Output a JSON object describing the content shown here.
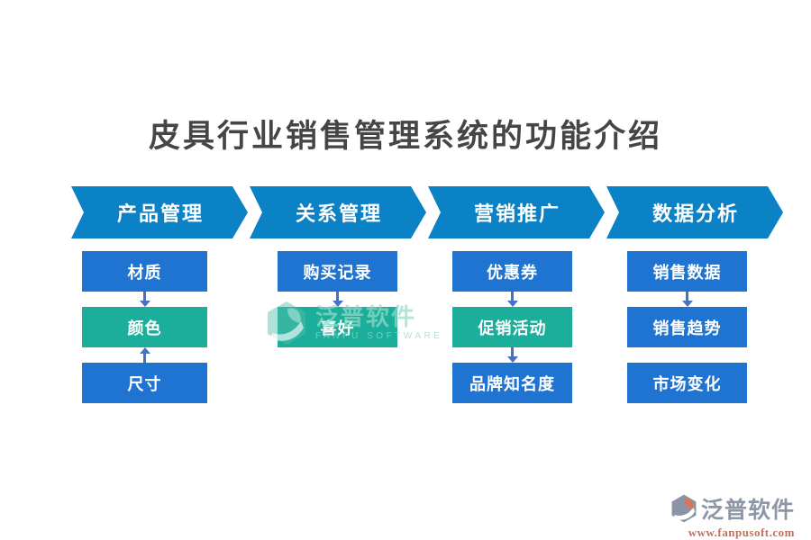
{
  "title": "皮具行业销售管理系统的功能介绍",
  "colors": {
    "chevron_blue": "#0B81C6",
    "box_blue": "#2074D1",
    "box_teal": "#1BAE9A",
    "arrow": "#4472C4",
    "title_text": "#454545",
    "watermark_teal": "#92DBC9",
    "footer_gray": "#8E96A6",
    "footer_url_red": "#C2705E"
  },
  "columns": [
    {
      "header": "产品管理",
      "items": [
        {
          "label": "材质",
          "variant": "blue"
        },
        {
          "label": "颜色",
          "variant": "teal"
        },
        {
          "label": "尺寸",
          "variant": "blue"
        }
      ],
      "connectors": [
        "down",
        "up"
      ]
    },
    {
      "header": "关系管理",
      "items": [
        {
          "label": "购买记录",
          "variant": "blue"
        },
        {
          "label": "喜好",
          "variant": "teal"
        }
      ],
      "connectors": [
        "down"
      ]
    },
    {
      "header": "营销推广",
      "items": [
        {
          "label": "优惠券",
          "variant": "blue"
        },
        {
          "label": "促销活动",
          "variant": "teal"
        },
        {
          "label": "品牌知名度",
          "variant": "blue"
        }
      ],
      "connectors": [
        "down",
        "down"
      ]
    },
    {
      "header": "数据分析",
      "items": [
        {
          "label": "销售数据",
          "variant": "blue"
        },
        {
          "label": "销售趋势",
          "variant": "blue"
        },
        {
          "label": "市场变化",
          "variant": "blue"
        }
      ],
      "connectors": [
        "down",
        "none"
      ]
    }
  ],
  "watermark_center": {
    "brand": "泛普软件",
    "subtitle": "FANPU SOFTWARE"
  },
  "footer_logo": {
    "brand": "泛普软件",
    "url": "www.fanpusoft.com"
  }
}
